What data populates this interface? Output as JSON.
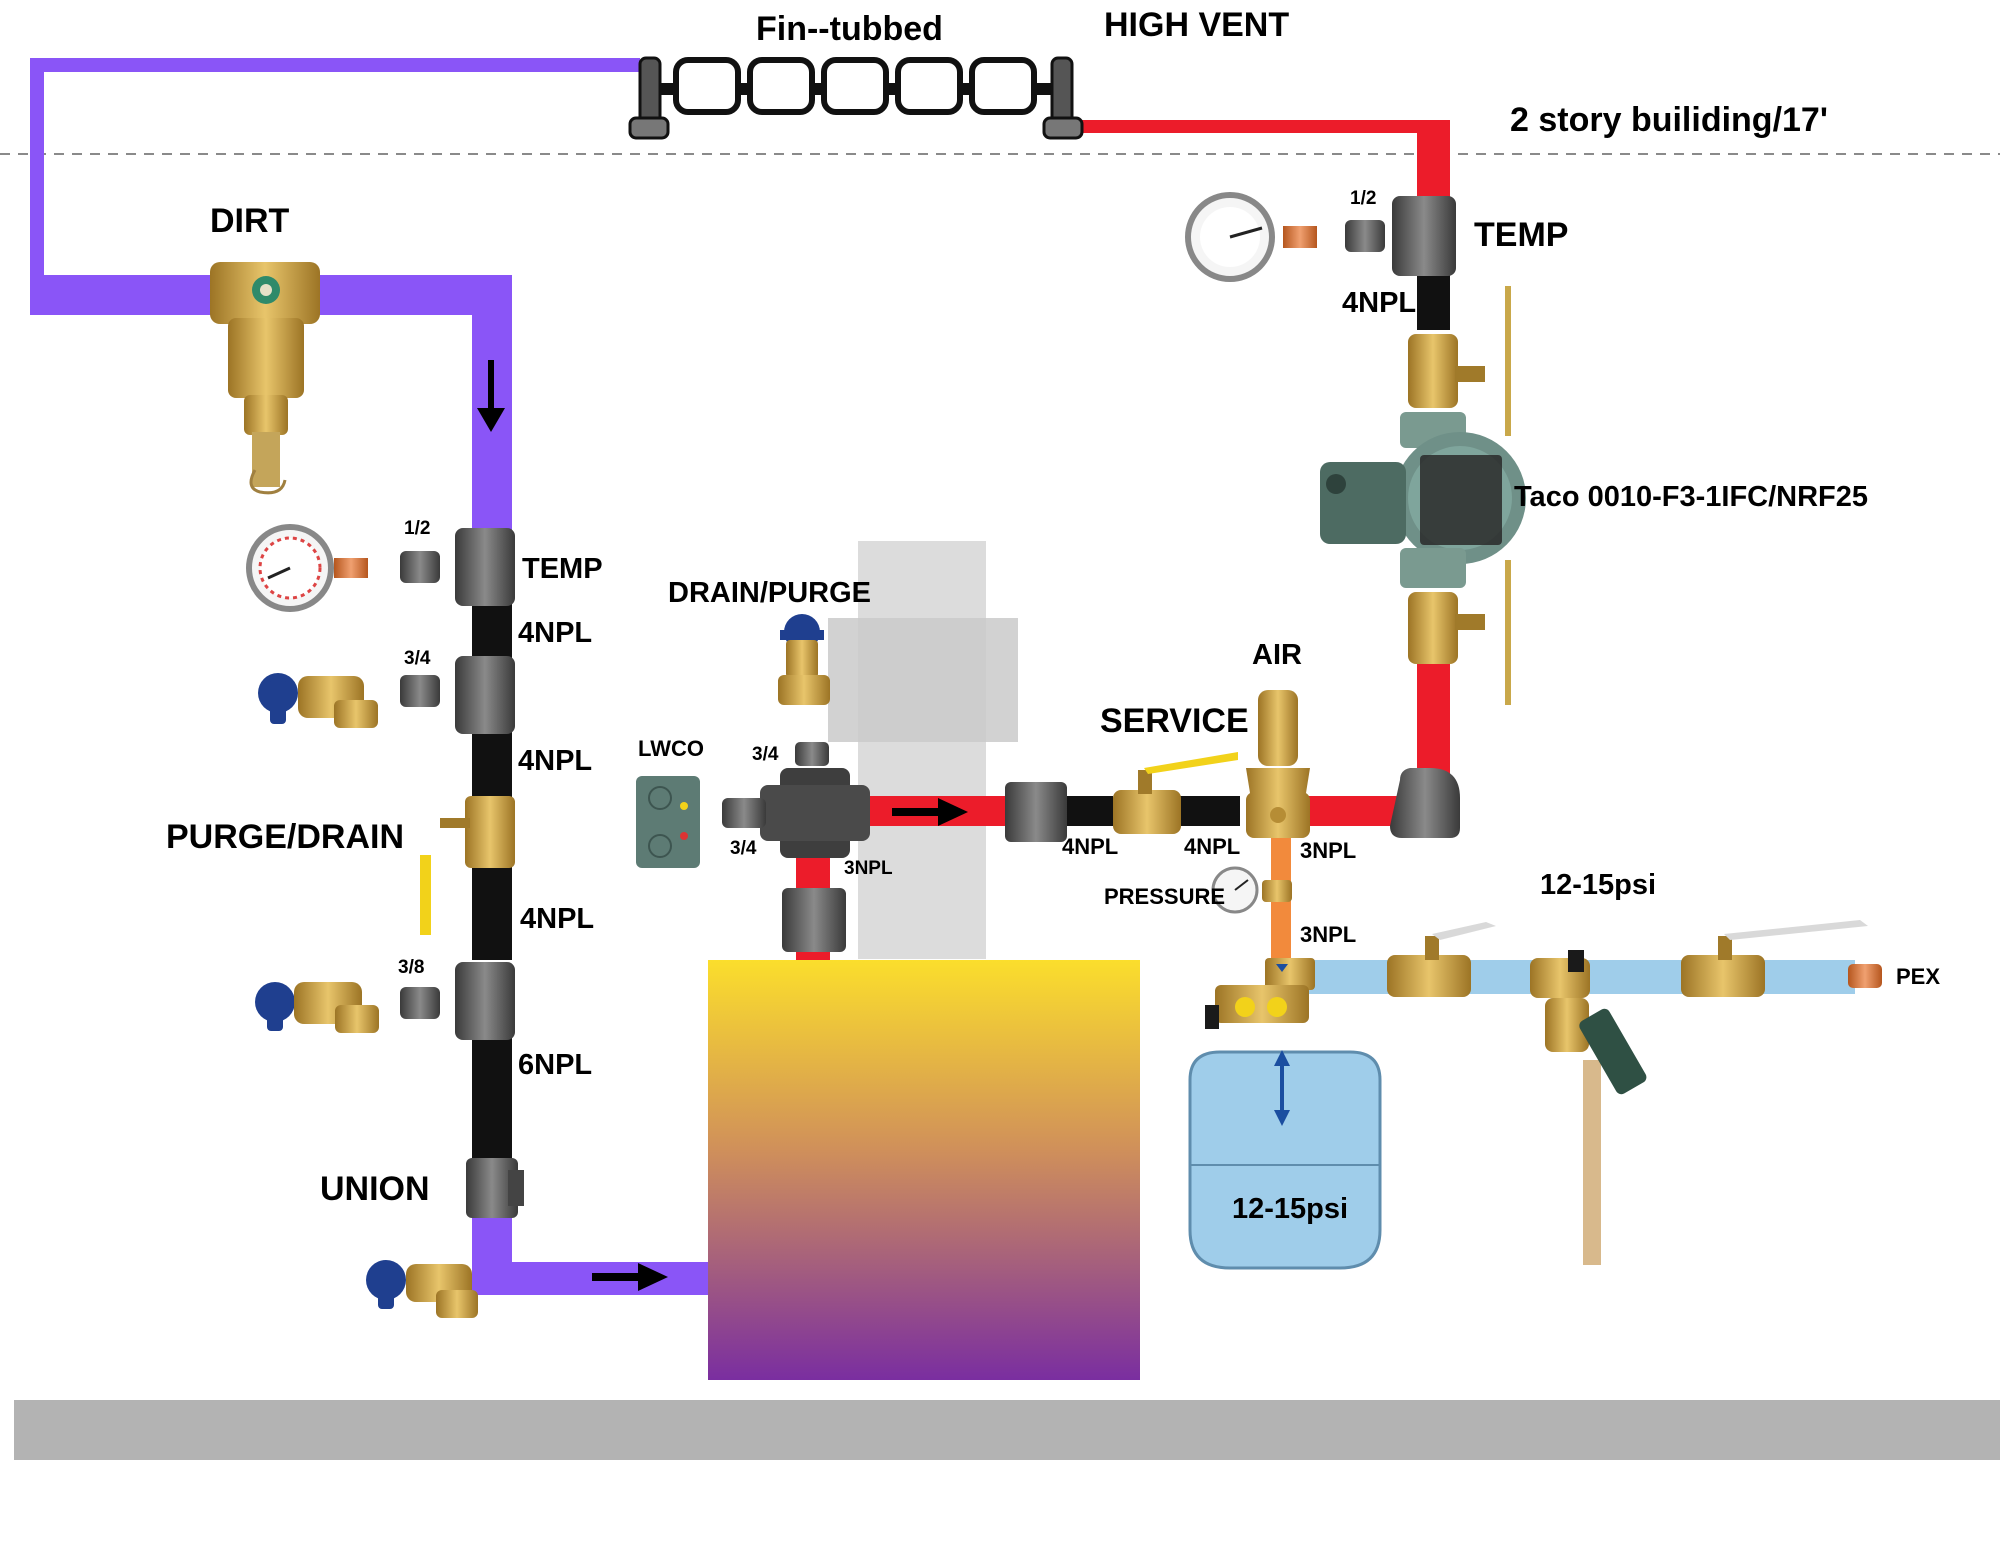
{
  "header": {
    "heater_label": "Fin--tubbed",
    "high_vent_label": "HIGH VENT",
    "building_label": "2 story builiding/17'"
  },
  "return_side": {
    "dirt_label": "DIRT",
    "temp_label": "TEMP",
    "temp_bushing": "1/2",
    "pipe_1": "4NPL",
    "drain_bushing": "3/4",
    "pipe_2": "4NPL",
    "purge_drain_label": "PURGE/DRAIN",
    "pipe_3": "4NPL",
    "small_bushing": "3/8",
    "pipe_4": "6NPL",
    "union_label": "UNION"
  },
  "boiler_top": {
    "drain_purge_label": "DRAIN/PURGE",
    "lwco_label": "LWCO",
    "bushing_top": "3/4",
    "bushing_side": "3/4",
    "riser_pipe": "3NPL"
  },
  "supply_side": {
    "pipe_a": "4NPL",
    "pipe_b": "4NPL",
    "service_label": "SERVICE",
    "air_label": "AIR",
    "air_pipe": "3NPL",
    "temp_label": "TEMP",
    "temp_bushing": "1/2",
    "temp_pipe": "4NPL",
    "pump_model": "Taco 0010-F3-1IFC/NRF25"
  },
  "fill_side": {
    "pressure_label": "PRESSURE",
    "pressure_pipe": "3NPL",
    "fill_pressure": "12-15psi",
    "tank_pressure": "12-15psi",
    "pex_label": "PEX"
  },
  "colors": {
    "return_pipe": "#8a55f7",
    "supply_pipe": "#ec1c2a",
    "black_pipe": "#111111",
    "fill_pipe": "#9fcdea",
    "expansion_pipe": "#f28a3c",
    "floor": "#b3b3b3",
    "brass": "#c9a24a",
    "iron": "#5a5a5a",
    "handle_blue": "#1f3f8f",
    "handle_yellow": "#f2d21a"
  }
}
